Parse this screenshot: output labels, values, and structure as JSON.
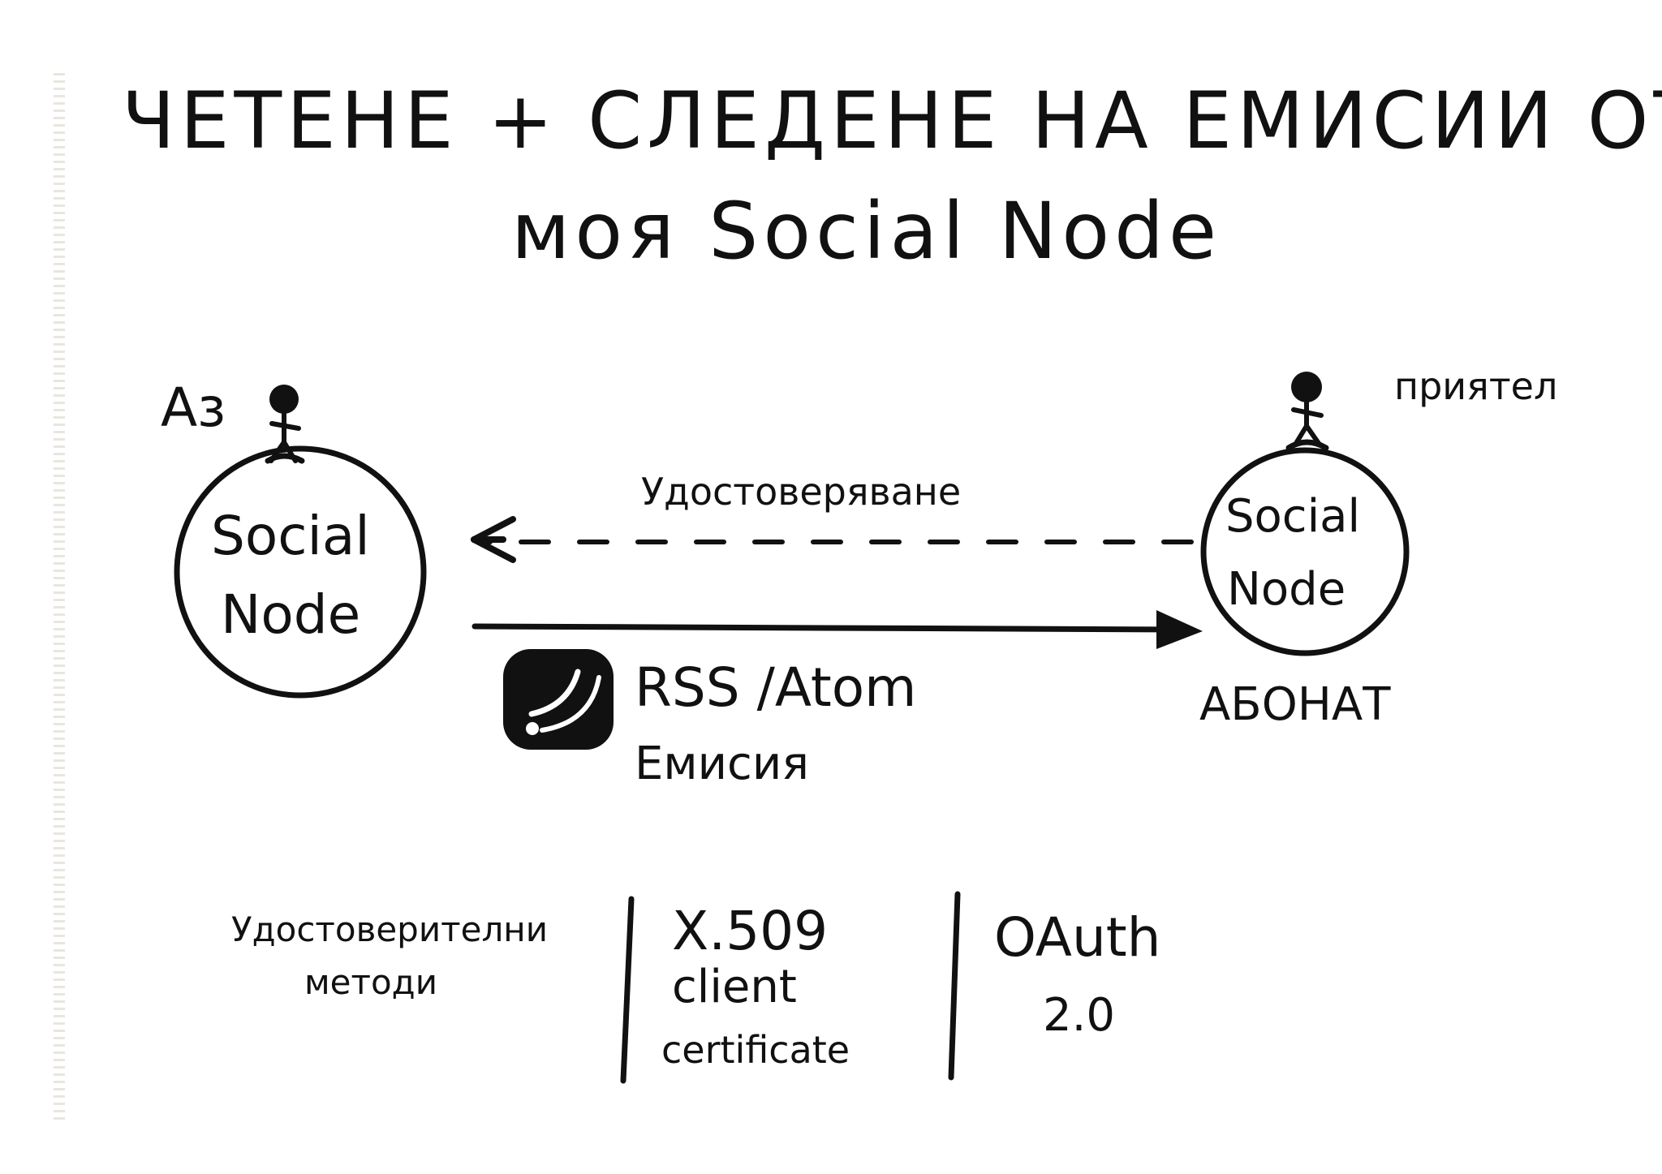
{
  "title": {
    "line1": "ЧЕТЕНЕ + СЛЕДЕНЕ НА ЕМИСИИ ОТ",
    "line2": "моя Social Node"
  },
  "left_node": {
    "user_label": "Аз",
    "node_line1": "Social",
    "node_line2": "Node"
  },
  "right_node": {
    "user_label": "приятел",
    "node_line1": "Social",
    "node_line2": "Node",
    "role_label": "АБОНАТ"
  },
  "auth_arrow": {
    "label": "Удостоверяване"
  },
  "feed_arrow": {
    "label_line1": "RSS /Atom",
    "label_line2": "Емисия",
    "icon": "rss-feed-icon"
  },
  "auth_methods": {
    "heading_line1": "Удостоверителни",
    "heading_line2": "методи",
    "option1_line1": "X.509",
    "option1_line2": "client",
    "option1_line3": "certificate",
    "option2_line1": "OAuth",
    "option2_line2": "2.0"
  },
  "colors": {
    "ink": "#111111",
    "paper": "#ffffff"
  }
}
